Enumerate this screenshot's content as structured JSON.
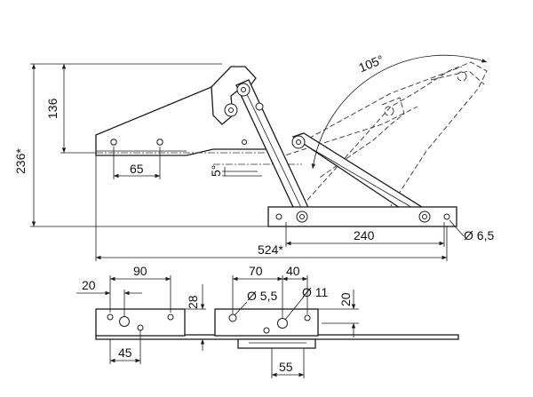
{
  "dimensions": {
    "d236": "236*",
    "d136": "136",
    "d65": "65",
    "d5deg": "5°",
    "d105": "105°",
    "d240": "240",
    "d524": "524*",
    "d6_5": "Ø 6,5",
    "d90": "90",
    "d20a": "20",
    "d28": "28",
    "d45": "45",
    "d70": "70",
    "d40": "40",
    "d5_5": "Ø 5,5",
    "d11": "Ø 11",
    "d20b": "20",
    "d55": "55"
  },
  "colors": {
    "line": "#1a1a1a",
    "background": "#ffffff"
  }
}
